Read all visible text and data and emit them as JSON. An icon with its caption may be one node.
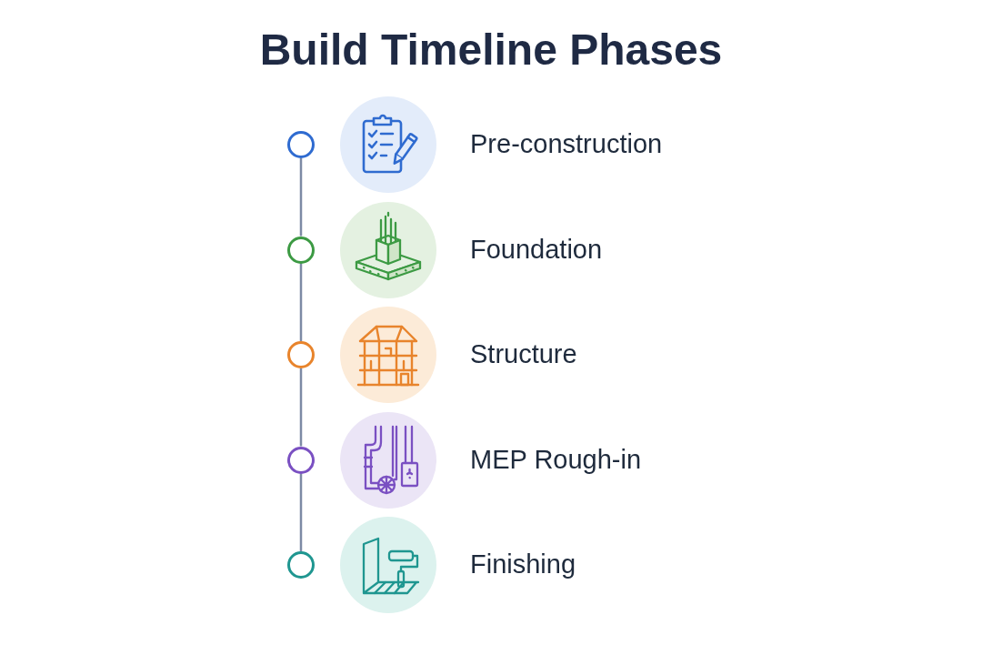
{
  "diagram": {
    "title": "Build Timeline Phases",
    "nodes": [
      {
        "text": [],
        "shape": "circle"
      },
      {
        "text": [],
        "shape": "circle"
      },
      {
        "text": [],
        "shape": "circle"
      },
      {
        "text": [],
        "shape": "circle"
      },
      {
        "text": [],
        "shape": "circle"
      }
    ],
    "edges": [
      {
        "from": 0,
        "to": 1,
        "arrow": "none"
      },
      {
        "from": 1,
        "to": 2,
        "arrow": "none"
      },
      {
        "from": 2,
        "to": 3,
        "arrow": "none"
      },
      {
        "from": 3,
        "to": 4,
        "arrow": "none"
      }
    ],
    "labels": [
      "Pre-construction",
      "Foundation",
      "Structure",
      "MEP Rough-in",
      "Finishing"
    ]
  }
}
